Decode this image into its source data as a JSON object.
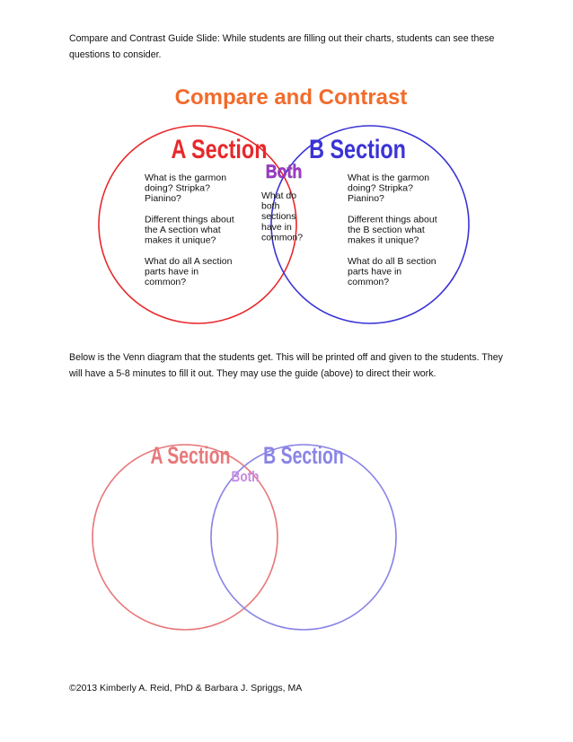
{
  "intro_text": "Compare and Contrast Guide Slide: While students are filling out their charts, students can see these questions to consider.",
  "guide": {
    "title": "Compare and Contrast",
    "left_header": "A Section",
    "right_header": "B Section",
    "middle_header": "Both",
    "left_lines": [
      "What is the garmon",
      "doing? Stripka?",
      "Pianino?",
      "",
      "Different things about",
      "the A section what",
      "makes it unique?",
      "",
      "What do all A section",
      "parts have in",
      "common?"
    ],
    "middle_lines": [
      "What do",
      "both",
      "sections",
      "have in",
      "common?"
    ],
    "right_lines": [
      "What is the garmon",
      "doing? Stripka?",
      "Pianino?",
      "",
      "Different things about",
      "the B section what",
      "makes it unique?",
      "",
      "What do all B section",
      "parts have in",
      "common?"
    ],
    "colors": {
      "title": "#f26b2a",
      "left": "#e8282b",
      "right": "#3a33d6",
      "middle": "#a23ad1"
    }
  },
  "below_text": "Below is the Venn diagram that the students get. This will be printed off and given to the students. They will have a 5-8 minutes to fill it out. They may use the guide (above) to direct their work.",
  "blank": {
    "left_header": "A Section",
    "right_header": "B Section",
    "middle_header": "Both",
    "colors": {
      "left": "#e8787a",
      "right": "#8a84e6",
      "middle": "#c58ae0"
    }
  },
  "footer": "©2013 Kimberly A. Reid, PhD & Barbara J. Spriggs, MA"
}
